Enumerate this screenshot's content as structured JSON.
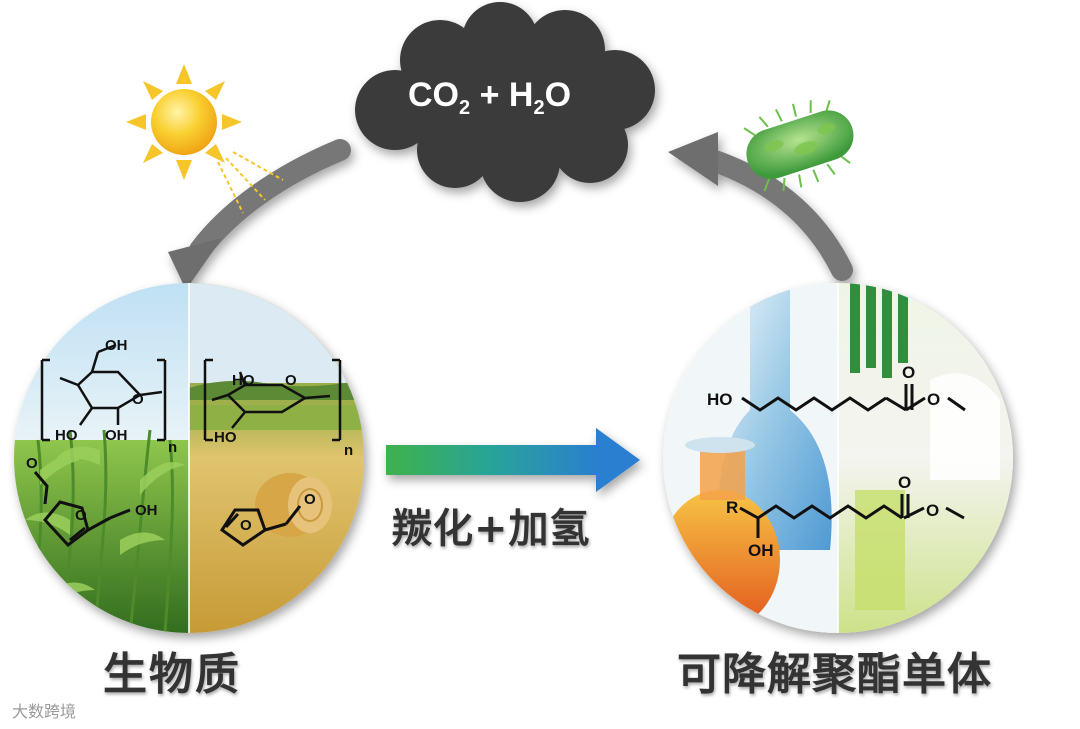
{
  "cloud": {
    "co2": "CO",
    "co2_sub": "2",
    "plus": " + ",
    "h2o_h": "H",
    "h2o_sub": "2",
    "h2o_o": "O"
  },
  "labels": {
    "left": "生物质",
    "middle": "羰化+加氢",
    "right": "可降解聚酯单体"
  },
  "chem": {
    "oh": "OH",
    "ho": "HO",
    "o": "O",
    "n": "n",
    "r": "R"
  },
  "watermark": "大数跨境",
  "colors": {
    "cloud": "#3a3a3a",
    "arrow_gray": "#707070",
    "arrow_green": "#2e9a4a",
    "arrow_blue": "#2f86c9",
    "sun": "#f6c52a"
  },
  "icons": [
    "sun-icon",
    "cloud-icon",
    "bacteria-icon",
    "arrow-icon"
  ]
}
